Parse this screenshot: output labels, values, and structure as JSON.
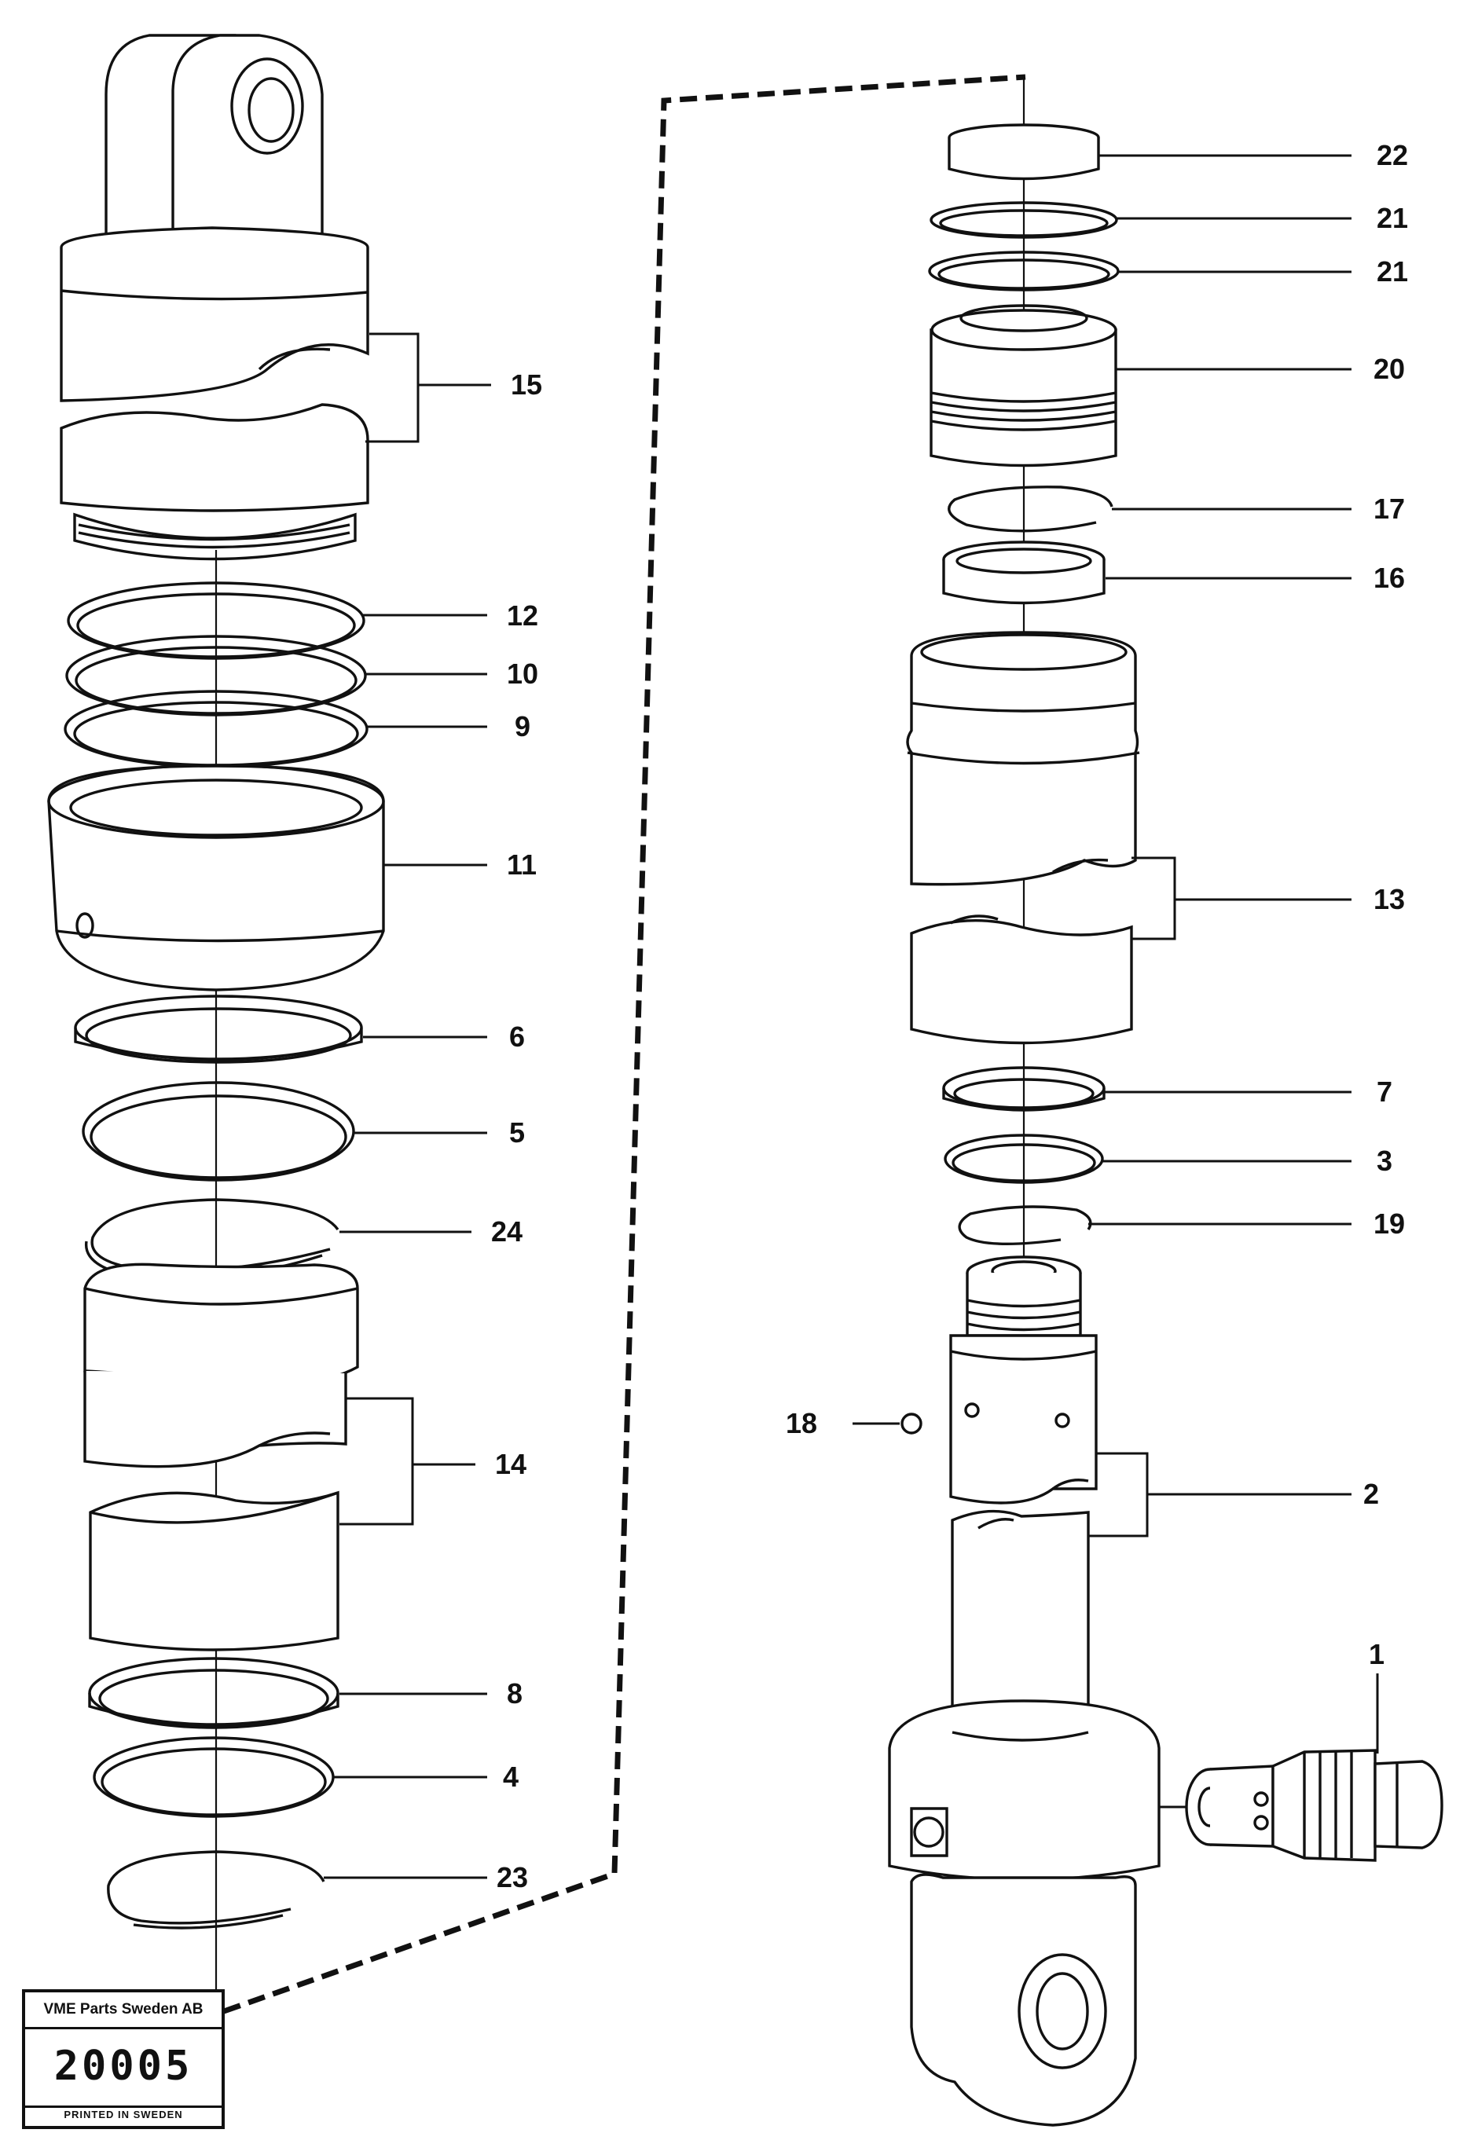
{
  "diagram": {
    "callouts": {
      "c1": "1",
      "c2": "2",
      "c3": "3",
      "c4": "4",
      "c5": "5",
      "c6": "6",
      "c7": "7",
      "c8": "8",
      "c9": "9",
      "c10": "10",
      "c11": "11",
      "c12": "12",
      "c13": "13",
      "c14": "14",
      "c15": "15",
      "c16": "16",
      "c17": "17",
      "c18": "18",
      "c19": "19",
      "c20": "20",
      "c21a": "21",
      "c21b": "21",
      "c22": "22",
      "c23": "23",
      "c24": "24"
    }
  },
  "stamp": {
    "company": "VME Parts Sweden AB",
    "number": "20005",
    "footer": "PRINTED IN SWEDEN"
  }
}
